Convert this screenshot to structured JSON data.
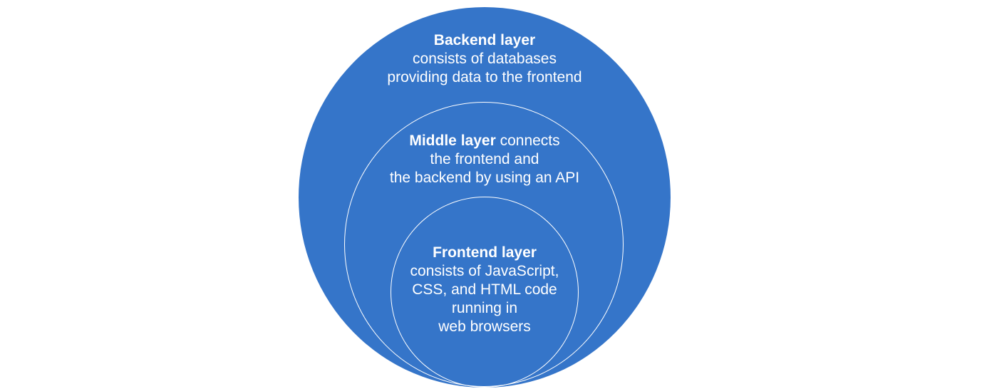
{
  "colors": {
    "circle_fill": "#3575c9",
    "circle_stroke": "#ffffff",
    "text": "#ffffff",
    "background": "#ffffff"
  },
  "backend": {
    "title": "Backend layer",
    "line1": "consists of databases",
    "line2": "providing data to the frontend"
  },
  "middle": {
    "title": "Middle layer",
    "line1_rest": " connects",
    "line2": "the frontend and",
    "line3": "the backend by using an API"
  },
  "frontend": {
    "title": "Frontend layer",
    "line1": "consists of JavaScript,",
    "line2": "CSS, and HTML code",
    "line3": "running in",
    "line4": "web browsers"
  }
}
